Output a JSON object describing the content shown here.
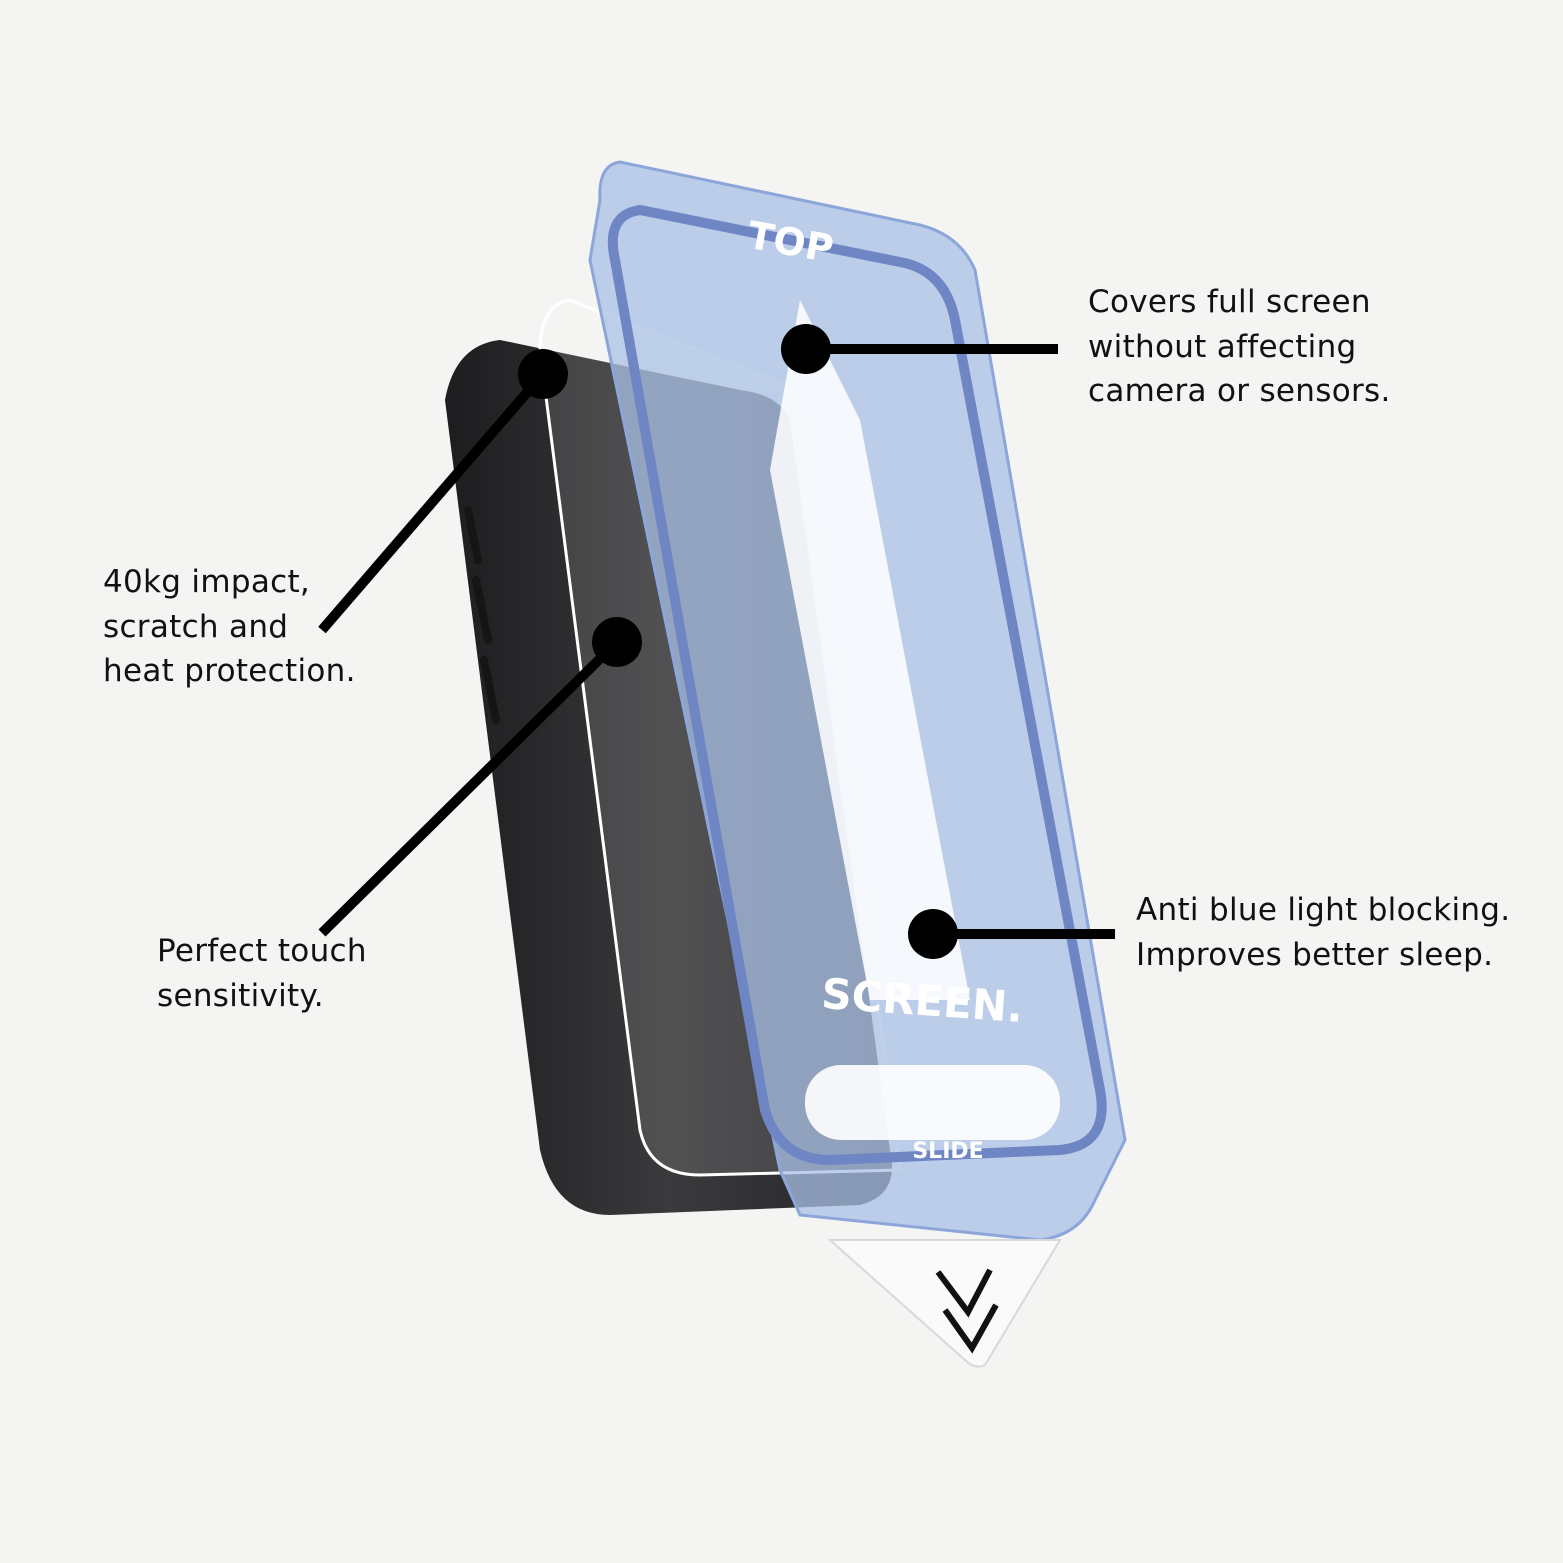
{
  "product_labels": {
    "top_label": "TOP",
    "brand": "SCREEN.",
    "slide_label": "SLIDE"
  },
  "callouts": [
    {
      "id": "full-screen",
      "lines": [
        "Covers full screen",
        "without affecting",
        "camera or sensors."
      ]
    },
    {
      "id": "impact",
      "lines": [
        "40kg impact,",
        "scratch and",
        "heat protection."
      ]
    },
    {
      "id": "touch",
      "lines": [
        "Perfect touch",
        "sensitivity."
      ]
    },
    {
      "id": "blue-light",
      "lines": [
        "Anti blue light blocking.",
        "Improves better sleep."
      ]
    }
  ],
  "colors": {
    "background": "#f4f4f3",
    "frame_blue": "#a9c0e6",
    "frame_edge": "#6f86c4",
    "phone": "#2b2b2d",
    "pointer": "#000000"
  }
}
